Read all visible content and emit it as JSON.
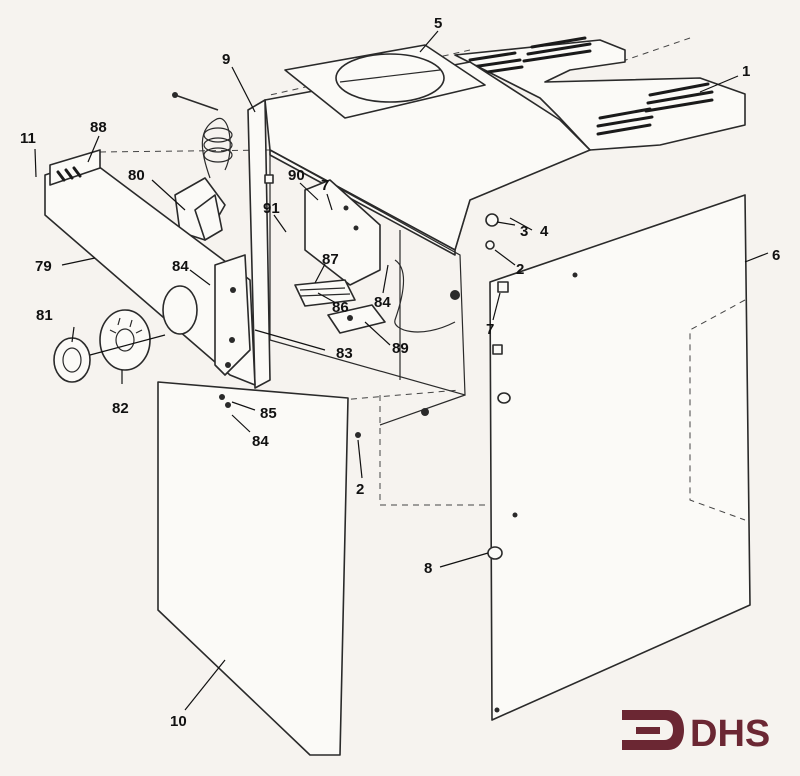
{
  "logo": {
    "text": "DHS",
    "color": "#6b2733"
  },
  "callouts": [
    {
      "id": "c1",
      "label": "1"
    },
    {
      "id": "c5",
      "label": "5"
    },
    {
      "id": "c9",
      "label": "9"
    },
    {
      "id": "c11",
      "label": "11"
    },
    {
      "id": "c88",
      "label": "88"
    },
    {
      "id": "c80",
      "label": "80"
    },
    {
      "id": "c90",
      "label": "90"
    },
    {
      "id": "c7a",
      "label": "7"
    },
    {
      "id": "c91",
      "label": "91"
    },
    {
      "id": "c79",
      "label": "79"
    },
    {
      "id": "c84a",
      "label": "84"
    },
    {
      "id": "c87",
      "label": "87"
    },
    {
      "id": "c86",
      "label": "86"
    },
    {
      "id": "c84b",
      "label": "84"
    },
    {
      "id": "c81",
      "label": "81"
    },
    {
      "id": "c83",
      "label": "83"
    },
    {
      "id": "c89",
      "label": "89"
    },
    {
      "id": "c82",
      "label": "82"
    },
    {
      "id": "c85",
      "label": "85"
    },
    {
      "id": "c84c",
      "label": "84"
    },
    {
      "id": "c3",
      "label": "3"
    },
    {
      "id": "c4",
      "label": "4"
    },
    {
      "id": "c2a",
      "label": "2"
    },
    {
      "id": "c6",
      "label": "6"
    },
    {
      "id": "c7b",
      "label": "7"
    },
    {
      "id": "c2b",
      "label": "2"
    },
    {
      "id": "c8",
      "label": "8"
    },
    {
      "id": "c10",
      "label": "10"
    }
  ]
}
